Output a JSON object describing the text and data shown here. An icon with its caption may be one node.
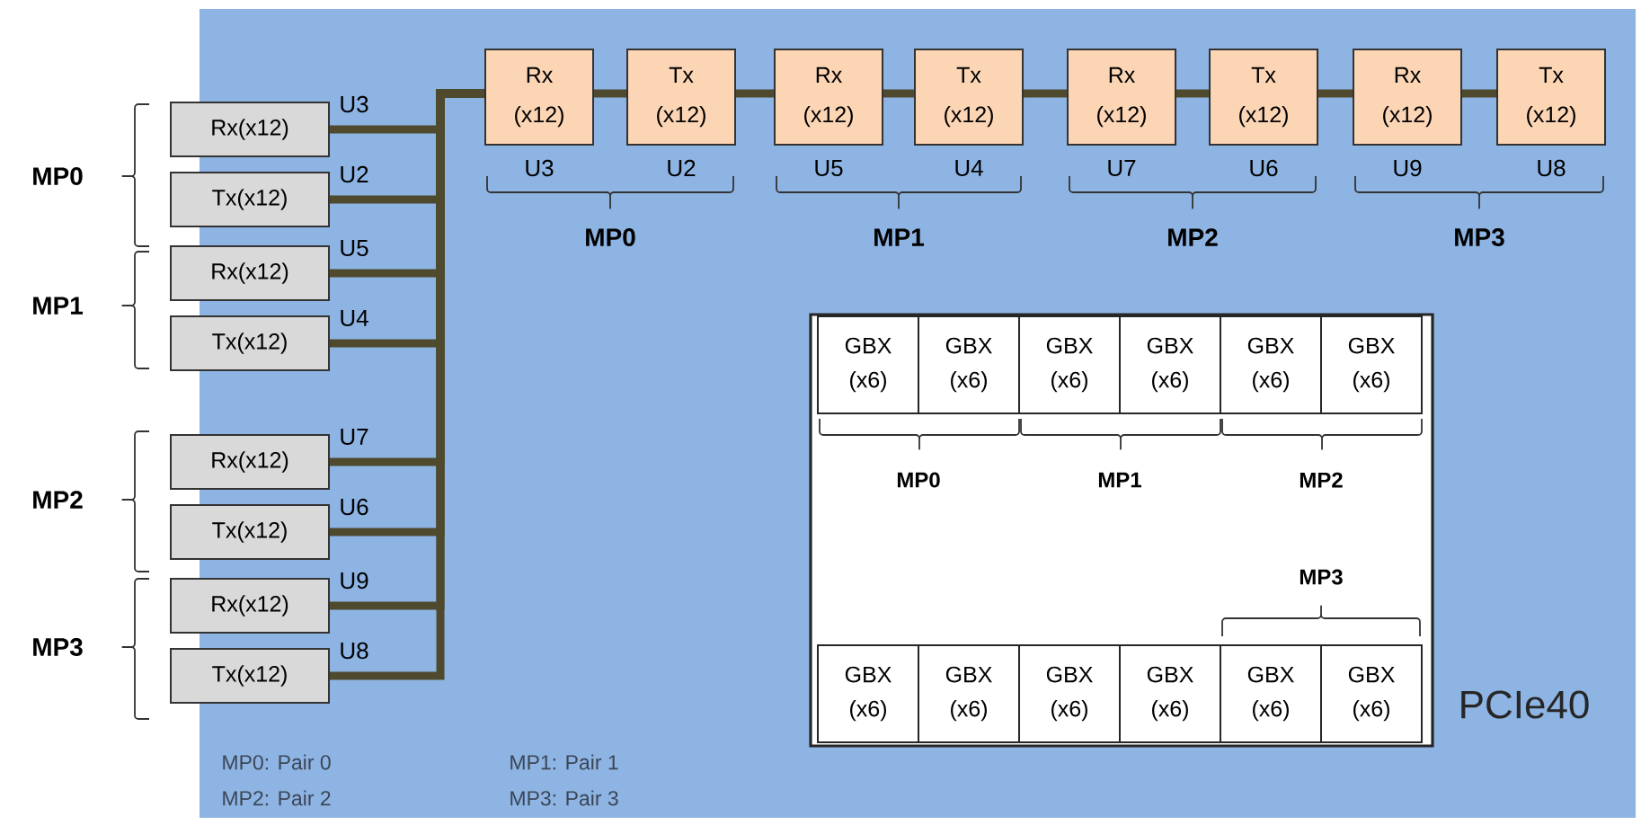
{
  "diagram": {
    "nodes": [
      {
        "text": [
          "PCIe40"
        ]
      },
      {
        "text": [
          "Rx(x12)"
        ]
      },
      {
        "text": [
          "Tx(x12)"
        ]
      },
      {
        "text": [
          "Rx(x12)"
        ]
      },
      {
        "text": [
          "Tx(x12)"
        ]
      },
      {
        "text": [
          "Rx(x12)"
        ]
      },
      {
        "text": [
          "Tx(x12)"
        ]
      },
      {
        "text": [
          "Rx(x12)"
        ]
      },
      {
        "text": [
          "Tx(x12)"
        ]
      },
      {
        "text": [
          "Rx (x12)"
        ],
        "beside": [
          "U3"
        ],
        "in": 0
      },
      {
        "text": [
          "Tx (x12)"
        ],
        "beside": [
          "U2"
        ],
        "in": 0
      },
      {
        "text": [
          "Rx (x12)"
        ],
        "beside": [
          "U5"
        ],
        "in": 0
      },
      {
        "text": [
          "Tx (x12)"
        ],
        "beside": [
          "U4"
        ],
        "in": 0
      },
      {
        "text": [
          "Rx (x12)"
        ],
        "beside": [
          "U7"
        ],
        "in": 0
      },
      {
        "text": [
          "Tx (x12)"
        ],
        "beside": [
          "U6"
        ],
        "in": 0
      },
      {
        "text": [
          "Rx (x12)"
        ],
        "beside": [
          "U9"
        ],
        "in": 0
      },
      {
        "text": [
          "Tx (x12)"
        ],
        "beside": [
          "U8"
        ],
        "in": 0
      },
      {
        "text": [],
        "shape": "box",
        "in": 0
      },
      {
        "text": [
          "GBX (x6)"
        ],
        "in": 17
      },
      {
        "text": [
          "GBX (x6)"
        ],
        "in": 17
      },
      {
        "text": [
          "GBX (x6)"
        ],
        "in": 17
      },
      {
        "text": [
          "GBX (x6)"
        ],
        "in": 17
      },
      {
        "text": [
          "GBX (x6)"
        ],
        "in": 17
      },
      {
        "text": [
          "GBX (x6)"
        ],
        "in": 17
      },
      {
        "text": [
          "GBX (x6)"
        ],
        "in": 17
      },
      {
        "text": [
          "GBX (x6)"
        ],
        "in": 17
      },
      {
        "text": [
          "GBX (x6)"
        ],
        "in": 17
      },
      {
        "text": [
          "GBX (x6)"
        ],
        "in": 17
      },
      {
        "text": [
          "GBX (x6)"
        ],
        "in": 17
      },
      {
        "text": [
          "GBX (x6)"
        ],
        "in": 17
      }
    ],
    "edges": [
      {
        "from": 1,
        "to": 9,
        "arrow": "none",
        "label": "U3"
      },
      {
        "from": 2,
        "to": 9,
        "arrow": "none",
        "label": "U2"
      },
      {
        "from": 3,
        "to": 9,
        "arrow": "none",
        "label": "U5"
      },
      {
        "from": 4,
        "to": 9,
        "arrow": "none",
        "label": "U4"
      },
      {
        "from": 5,
        "to": 9,
        "arrow": "none",
        "label": "U7"
      },
      {
        "from": 6,
        "to": 9,
        "arrow": "none",
        "label": "U6"
      },
      {
        "from": 7,
        "to": 9,
        "arrow": "none",
        "label": "U9"
      },
      {
        "from": 8,
        "to": 9,
        "arrow": "none",
        "label": "U8"
      },
      {
        "from": 9,
        "to": 10,
        "arrow": "none"
      },
      {
        "from": 10,
        "to": 11,
        "arrow": "none"
      },
      {
        "from": 11,
        "to": 12,
        "arrow": "none"
      },
      {
        "from": 12,
        "to": 13,
        "arrow": "none"
      },
      {
        "from": 13,
        "to": 14,
        "arrow": "none"
      },
      {
        "from": 14,
        "to": 15,
        "arrow": "none"
      },
      {
        "from": 15,
        "to": 16,
        "arrow": "none"
      }
    ],
    "labels": [
      "MP0",
      "MP1",
      "MP2",
      "MP3",
      "MP0",
      "MP1",
      "MP2",
      "MP3",
      "MP0",
      "MP1",
      "MP2",
      "MP3",
      "MP0: Pair 0",
      "MP1: Pair 1",
      "MP2: Pair 2",
      "MP3: Pair 3"
    ]
  }
}
